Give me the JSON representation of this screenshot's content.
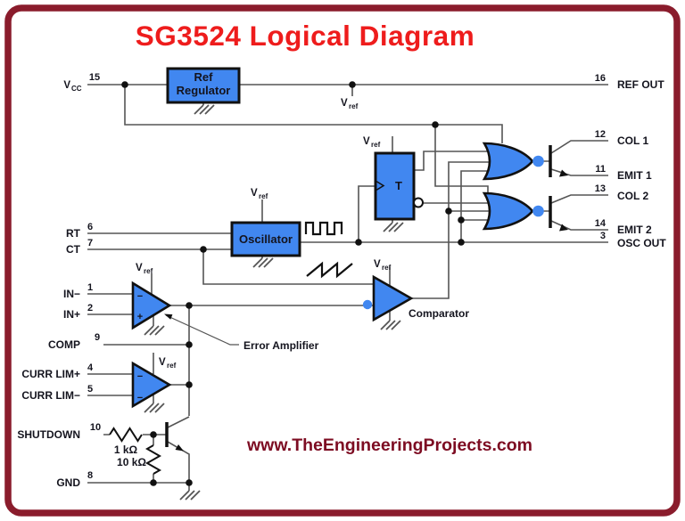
{
  "title": "SG3524 Logical Diagram",
  "watermark": "www.TheEngineeringProjects.com",
  "colors": {
    "title_red": "#ee1c1c",
    "frame_maroon": "#8a1c2c",
    "component_blue": "#4187f0",
    "wire_gray": "#555555",
    "outline_black": "#111111",
    "text_dark": "#14141e",
    "watermark_maroon": "#7d0c22"
  },
  "blocks": {
    "ref_regulator": {
      "line1": "Ref",
      "line2": "Regulator"
    },
    "oscillator": "Oscillator",
    "flip_flop": "T",
    "comparator": "Comparator",
    "error_amplifier": "Error Amplifier"
  },
  "sub": {
    "v": "V",
    "ref": "ref",
    "cc": "CC"
  },
  "pins_left": [
    {
      "name": "VCC",
      "pin": "15"
    },
    {
      "name": "RT",
      "pin": "6"
    },
    {
      "name": "CT",
      "pin": "7"
    },
    {
      "name": "IN−",
      "pin": "1"
    },
    {
      "name": "IN+",
      "pin": "2"
    },
    {
      "name": "COMP",
      "pin": "9"
    },
    {
      "name": "CURR LIM+",
      "pin": "4"
    },
    {
      "name": "CURR LIM−",
      "pin": "5"
    },
    {
      "name": "SHUTDOWN",
      "pin": "10"
    },
    {
      "name": "GND",
      "pin": "8"
    }
  ],
  "pins_right": [
    {
      "name": "REF OUT",
      "pin": "16"
    },
    {
      "name": "COL 1",
      "pin": "12"
    },
    {
      "name": "EMIT 1",
      "pin": "11"
    },
    {
      "name": "COL 2",
      "pin": "13"
    },
    {
      "name": "EMIT 2",
      "pin": "14"
    },
    {
      "name": "OSC OUT",
      "pin": "3"
    }
  ],
  "resistors": {
    "r1": "1 kΩ",
    "r2": "10 kΩ"
  },
  "amp_inputs": {
    "error_top": "−",
    "error_bottom": "+",
    "currlim_top": "−",
    "currlim_bottom": "−"
  }
}
